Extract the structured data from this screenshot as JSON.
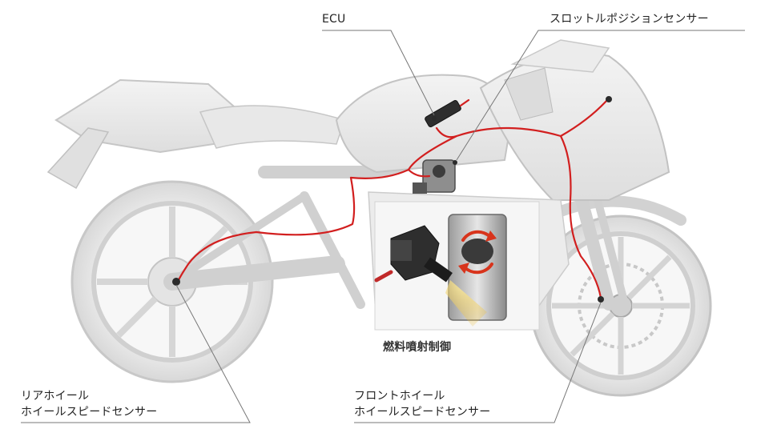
{
  "labels": {
    "ecu": "ECU",
    "throttle_sensor": "スロットルポジションセンサー",
    "fuel_injection": "燃料噴射制御",
    "rear_wheel_sensor": {
      "line1": "リアホイール",
      "line2": "ホイールスピードセンサー"
    },
    "front_wheel_sensor": {
      "line1": "フロントホイール",
      "line2": "ホイールスピードセンサー"
    }
  },
  "colors": {
    "wiring": "#d21f1f",
    "leader_line": "#777777",
    "bike_ghost": "#dcdcdc",
    "bike_outline": "#bdbdbd",
    "injector_glow": "#f0c040"
  },
  "icons": {
    "rotation": "rotation-arrows-icon",
    "spray": "fuel-spray-icon"
  }
}
